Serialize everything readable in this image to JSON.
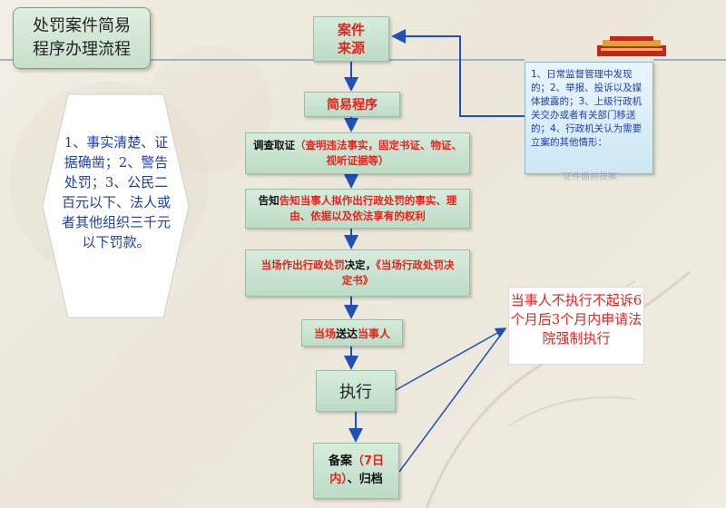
{
  "title": "处罚案件简易\n程序办理流程",
  "nodes": {
    "source": "案件\n来源",
    "simple": "简易程序",
    "investigate_prefix": "调查取证",
    "investigate_detail": "（查明违法事实，固定书证、物证、视听证据等）",
    "inform_prefix": "告知",
    "inform_detail": "告知当事人拟作出行政处罚的事实、理由、依据以及依法享有的权利",
    "decide_a": "当场作出行政处罚",
    "decide_b": "决定，",
    "decide_c": "《当场行政处罚决定书》",
    "deliver_a": "当场",
    "deliver_b": "送达",
    "deliver_c": "当事人",
    "execute": "执行",
    "archive_a": "备案",
    "archive_b": "（7日内）",
    "archive_c": "、归档"
  },
  "info_box": "1、日常监督管理中发现的；2、举报、投诉以及媒体披露的；3、上级行政机关交办或者有关部门移送的；4、行政机关认为需要立案的其他情形：",
  "info_ghost": "证件面前报案",
  "left_note": "1、事实清楚、证据确凿；2、警告处罚；3、公民二百元以下、法人或者其他组织三千元以下罚款。",
  "right_note": "当事人不执行不起诉6个月后3个月内申请法院强制执行",
  "colors": {
    "node_red": "#e8231e",
    "arrow_blue": "#1f4fb8",
    "text_blue": "#1f3fa8"
  }
}
